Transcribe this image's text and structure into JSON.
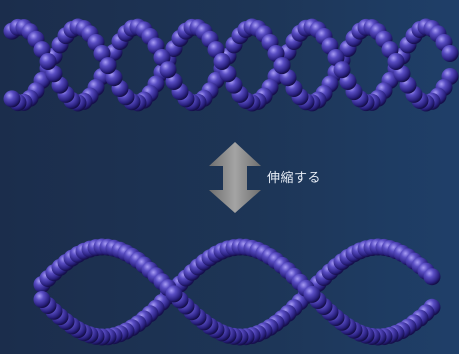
{
  "caption": "伸縮する",
  "colors": {
    "background_left": "#1b2d4c",
    "background_right": "#1f3f69",
    "bead_highlight": "#9a8ff0",
    "bead_mid": "#4a3fb0",
    "bead_shadow": "#1c1560",
    "arrow": "#8a8a8a"
  },
  "figures": {
    "top": "tightly-twisted-double-strand",
    "arrow": "double-headed-vertical-arrow",
    "bottom": "loosely-twisted-double-strand"
  }
}
